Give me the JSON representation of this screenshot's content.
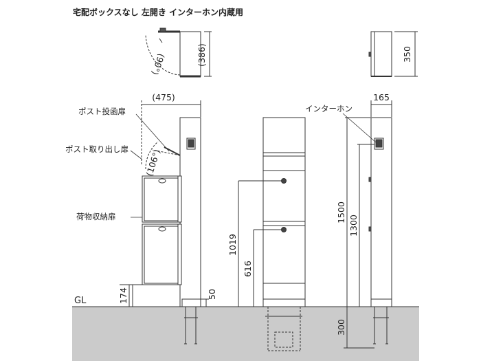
{
  "title": "宅配ボックスなし 左開き インターホン内蔵用",
  "labels": {
    "post_input_door": "ポスト投函扉",
    "post_takeout_door": "ポスト取り出し扉",
    "parcel_door": "荷物収納扉",
    "intercom": "インターホン",
    "ground_line": "GL"
  },
  "dimensions": {
    "top_angle": "(90°)",
    "top_depth": "(386)",
    "side_top_height": "350",
    "width_overall": "(475)",
    "input_door_angle": "(106°)",
    "base_height": "174",
    "plinth_height": "50",
    "height_upper_door": "1019",
    "height_lower_door": "616",
    "side_depth": "165",
    "total_height": "1500",
    "intercom_height": "1300",
    "embed_depth": "300"
  },
  "colors": {
    "line": "#333333",
    "ground": "#cbcbcb",
    "panel_dark": "#8a8a8a"
  }
}
